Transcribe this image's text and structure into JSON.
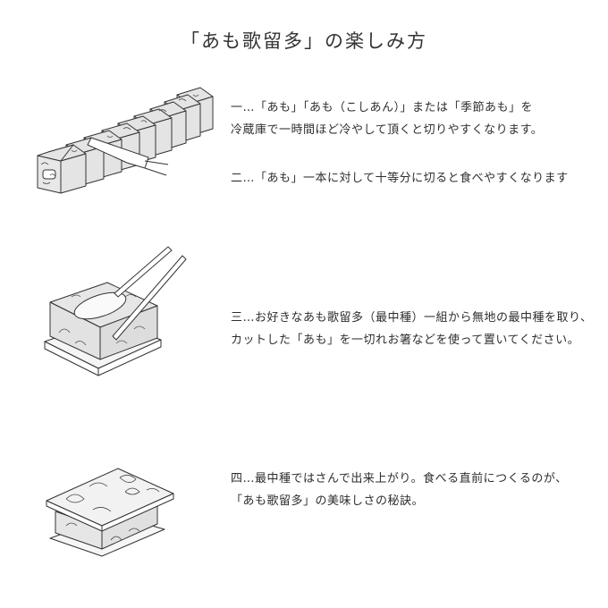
{
  "title": "「あも歌留多」の楽しみ方",
  "steps": [
    {
      "lines": [
        "一…「あも」「あも（こしあん）」または「季節あも」を",
        "冷蔵庫で一時間ほど冷やして頂くと切りやすくなります。"
      ]
    },
    {
      "lines": [
        "二…「あも」一本に対して十等分に切ると食べやすくなります"
      ]
    },
    {
      "lines": [
        "三…お好きなあも歌留多（最中種）一組から無地の最中種を取り、",
        "カットした「あも」を一切れお箸などを使って置いてください。"
      ]
    },
    {
      "lines": [
        "四…最中種ではさんで出来上がり。食べる直前につくるのが、",
        "「あも歌留多」の美味しさの秘訣。"
      ]
    }
  ],
  "illustrations": {
    "cut_log": "sliced-amo-log-with-knife",
    "chopsticks": "amo-piece-on-wafer-with-chopsticks",
    "finished": "finished-monaka-with-embossed-lid"
  },
  "colors": {
    "line": "#333333",
    "fill": "#e6e6e6",
    "background": "#ffffff"
  }
}
